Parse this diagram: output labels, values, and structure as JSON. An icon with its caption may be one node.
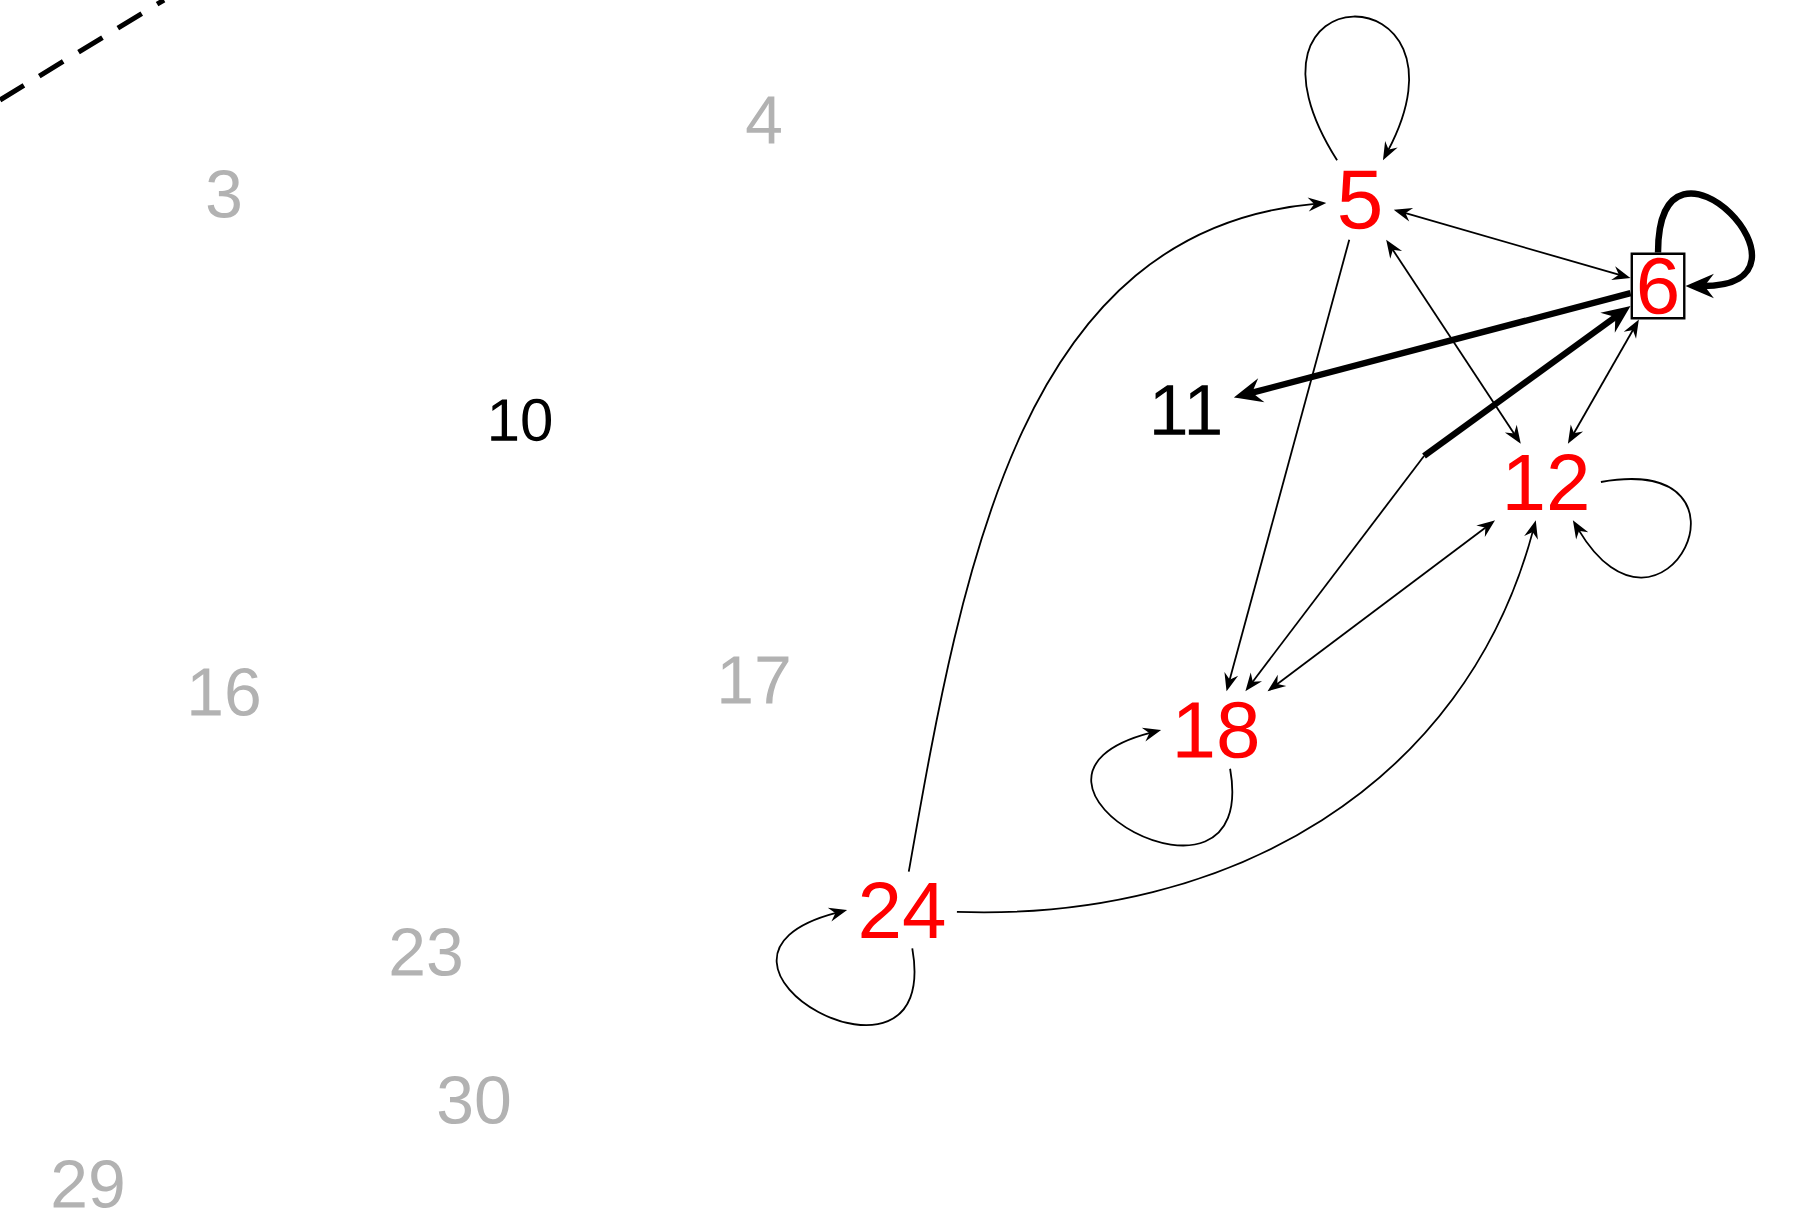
{
  "diagram": {
    "nodes": [
      {
        "text": [
          "4"
        ]
      },
      {
        "text": [
          "5"
        ]
      },
      {
        "text": [
          "3"
        ]
      },
      {
        "text": [
          "6"
        ]
      },
      {
        "text": [
          "10"
        ]
      },
      {
        "text": [
          "11"
        ]
      },
      {
        "text": [
          "12"
        ]
      },
      {
        "text": [
          "16"
        ]
      },
      {
        "text": [
          "17"
        ]
      },
      {
        "text": [
          "18"
        ]
      },
      {
        "text": [
          "24"
        ]
      },
      {
        "text": [
          "23"
        ]
      },
      {
        "text": [
          "30"
        ]
      },
      {
        "text": [
          "29"
        ]
      }
    ],
    "edges": [
      {
        "from": 1,
        "to": 1,
        "arrow": "to"
      },
      {
        "from": 3,
        "to": 3,
        "arrow": "to",
        "style": "thick"
      },
      {
        "from": 1,
        "to": 3,
        "arrow": "both"
      },
      {
        "from": 3,
        "to": 5,
        "arrow": "to",
        "style": "thick"
      },
      {
        "from": 9,
        "to": 3,
        "arrow": "both"
      },
      {
        "from": 3,
        "to": 6,
        "arrow": "both"
      },
      {
        "from": 1,
        "to": 6,
        "arrow": "both"
      },
      {
        "from": 1,
        "to": 9,
        "arrow": "to"
      },
      {
        "from": 6,
        "to": 6,
        "arrow": "to"
      },
      {
        "from": 9,
        "to": 6,
        "arrow": "both"
      },
      {
        "from": 9,
        "to": 9,
        "arrow": "to"
      },
      {
        "from": 10,
        "to": 1,
        "arrow": "to"
      },
      {
        "from": 10,
        "to": 6,
        "arrow": "to"
      },
      {
        "from": 10,
        "to": 10,
        "arrow": "to"
      }
    ]
  }
}
